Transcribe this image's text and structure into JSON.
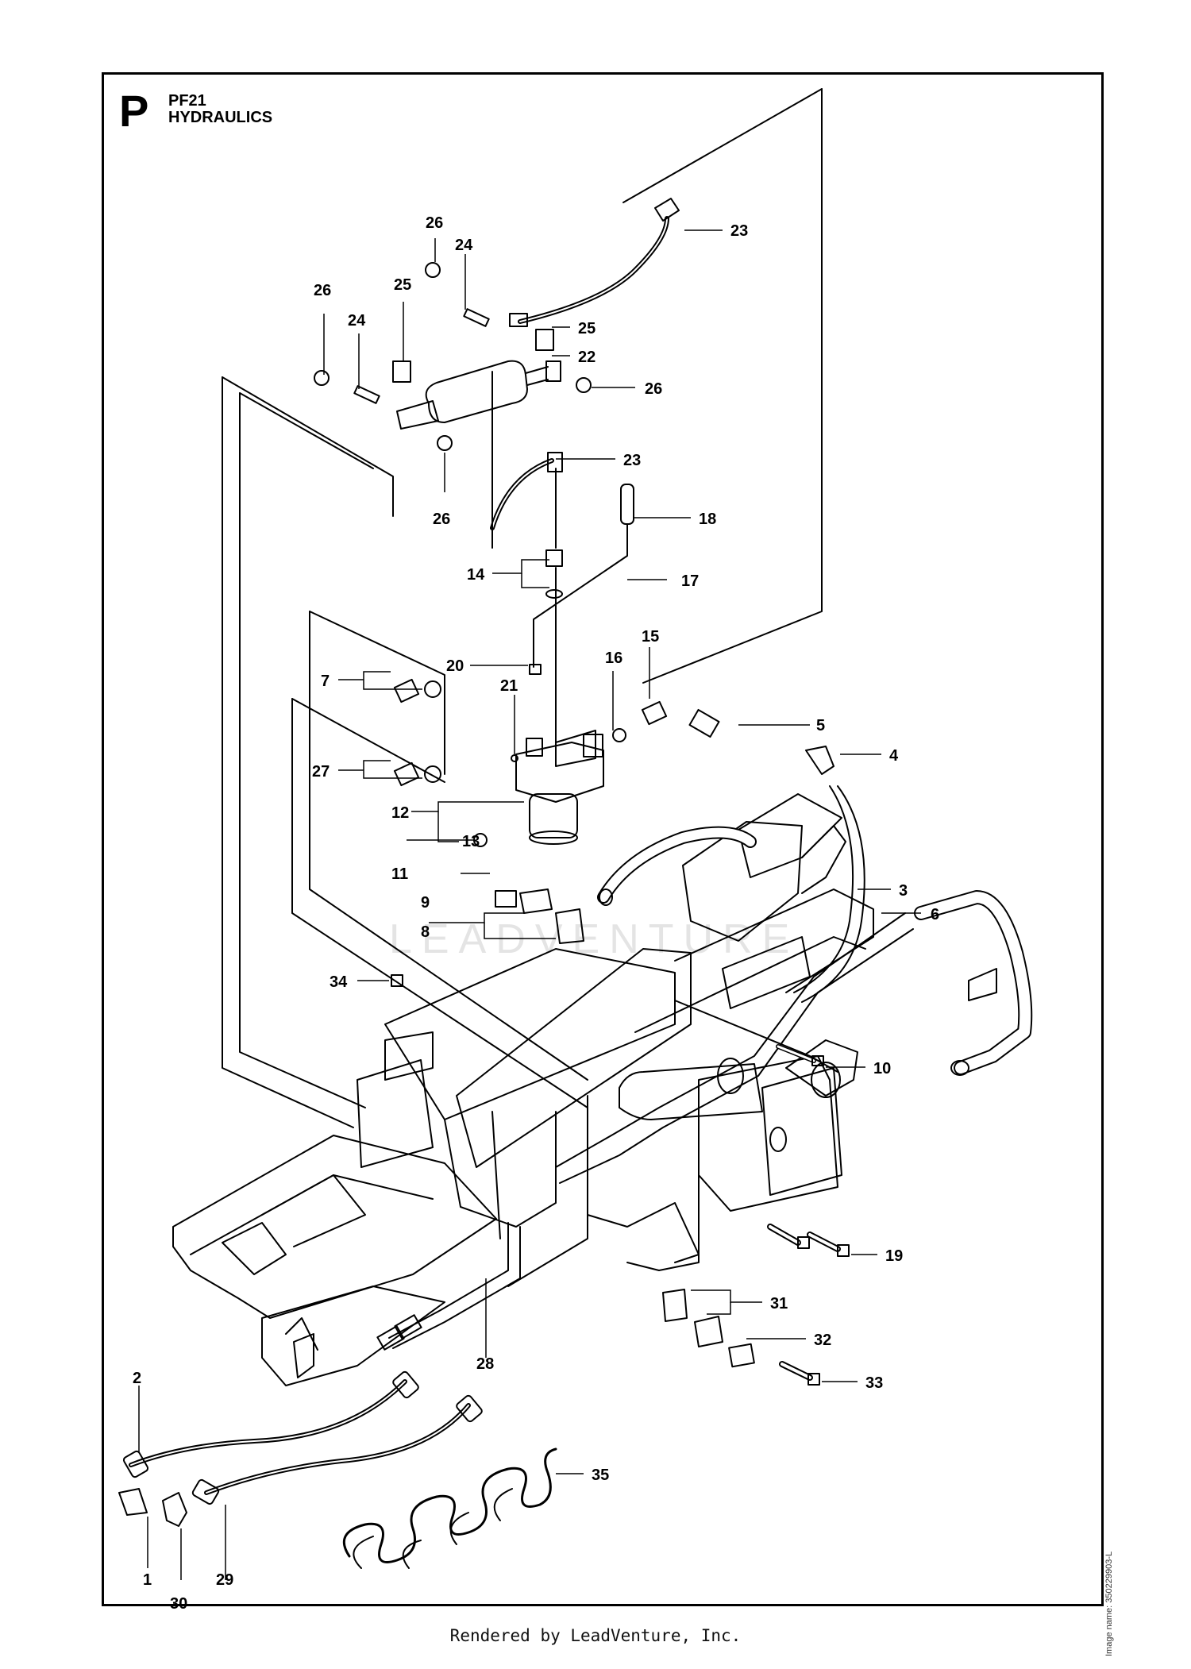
{
  "header": {
    "letter": "P",
    "code": "PF21",
    "title": "HYDRAULICS"
  },
  "watermark": "LEADVENTURE",
  "image_name_label": "Image name: 350229903-L",
  "footer": "Rendered by LeadVenture, Inc.",
  "callouts": {
    "c1": "1",
    "c2": "2",
    "c3": "3",
    "c4": "4",
    "c5": "5",
    "c6": "6",
    "c7": "7",
    "c8": "8",
    "c9": "9",
    "c10": "10",
    "c11": "11",
    "c12": "12",
    "c13": "13",
    "c14": "14",
    "c15": "15",
    "c16": "16",
    "c17": "17",
    "c18": "18",
    "c19": "19",
    "c20": "20",
    "c21": "21",
    "c22": "22",
    "c23a": "23",
    "c23b": "23",
    "c24a": "24",
    "c24b": "24",
    "c25a": "25",
    "c25b": "25",
    "c26a": "26",
    "c26b": "26",
    "c26c": "26",
    "c26d": "26",
    "c27": "27",
    "c28": "28",
    "c29": "29",
    "c30": "30",
    "c31": "31",
    "c32": "32",
    "c33": "33",
    "c34": "34",
    "c35": "35"
  }
}
